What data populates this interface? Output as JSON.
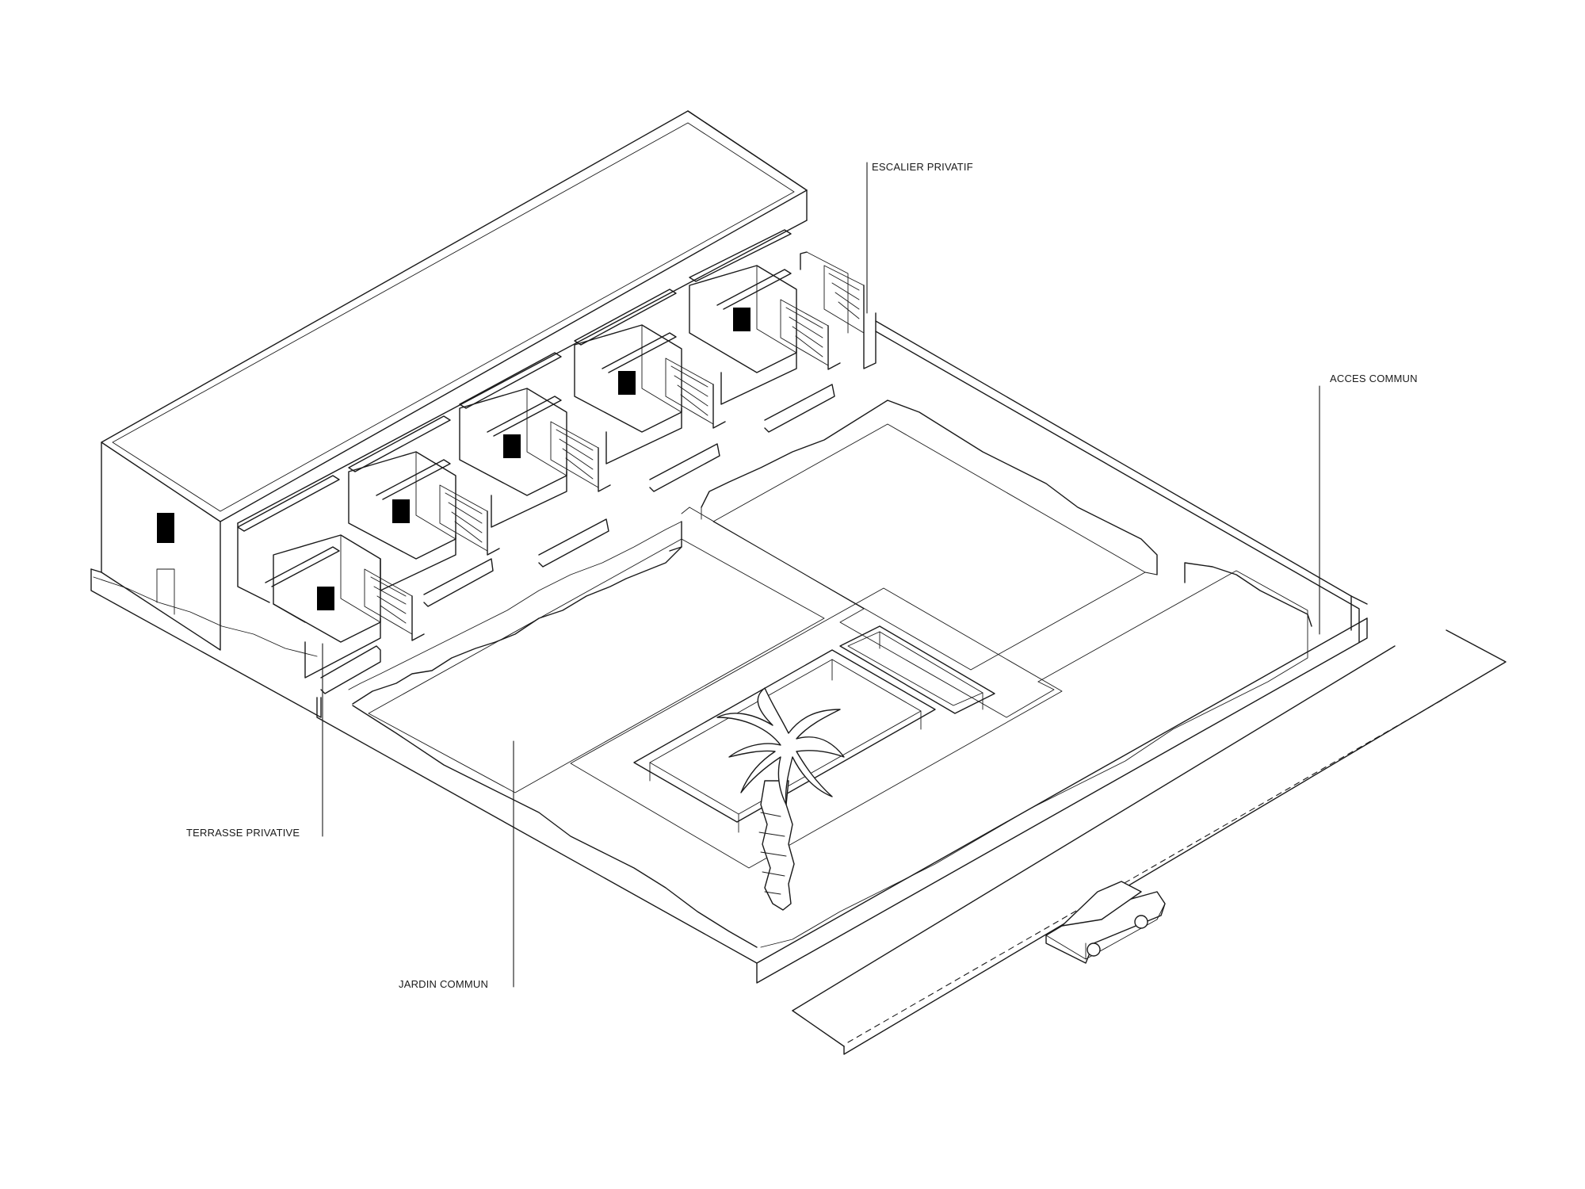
{
  "labels": {
    "escalier": "ESCALIER PRIVATIF",
    "acces": "ACCES COMMUN",
    "terrasse": "TERRASSE PRIVATIVE",
    "jardin": "JARDIN COMMUN"
  }
}
